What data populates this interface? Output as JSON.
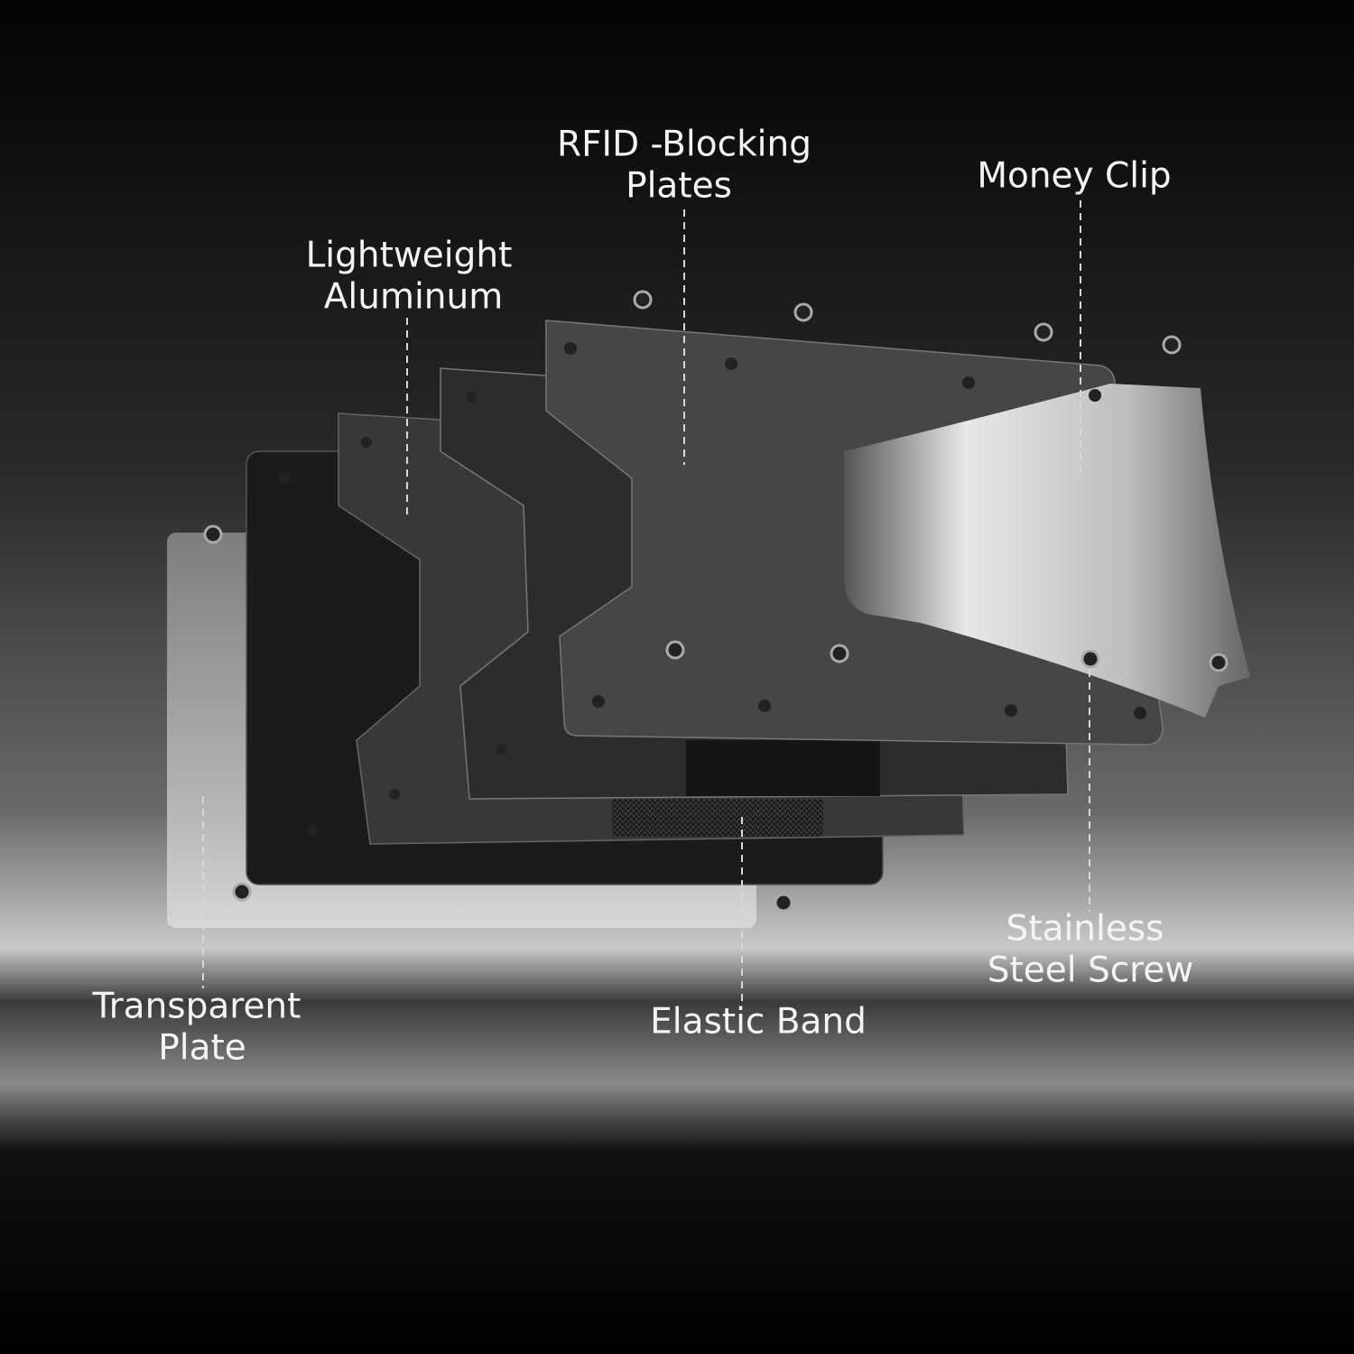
{
  "labels": {
    "rfid": {
      "line1": "RFID -Blocking",
      "line2": "Plates"
    },
    "money_clip": {
      "line1": "Money Clip"
    },
    "aluminum": {
      "line1": "Lightweight",
      "line2": "Aluminum"
    },
    "transparent": {
      "line1": "Transparent",
      "line2": "Plate"
    },
    "elastic": {
      "line1": "Elastic Band"
    },
    "screw": {
      "line1": "Stainless",
      "line2": "Steel Screw"
    }
  },
  "colors": {
    "background_top": "#050505",
    "horizon": "#d0d0d0",
    "plate_dark": "#1b1b1b",
    "plate_mid": "#3c3c3c",
    "clip_silver": "#cfcfcf"
  }
}
